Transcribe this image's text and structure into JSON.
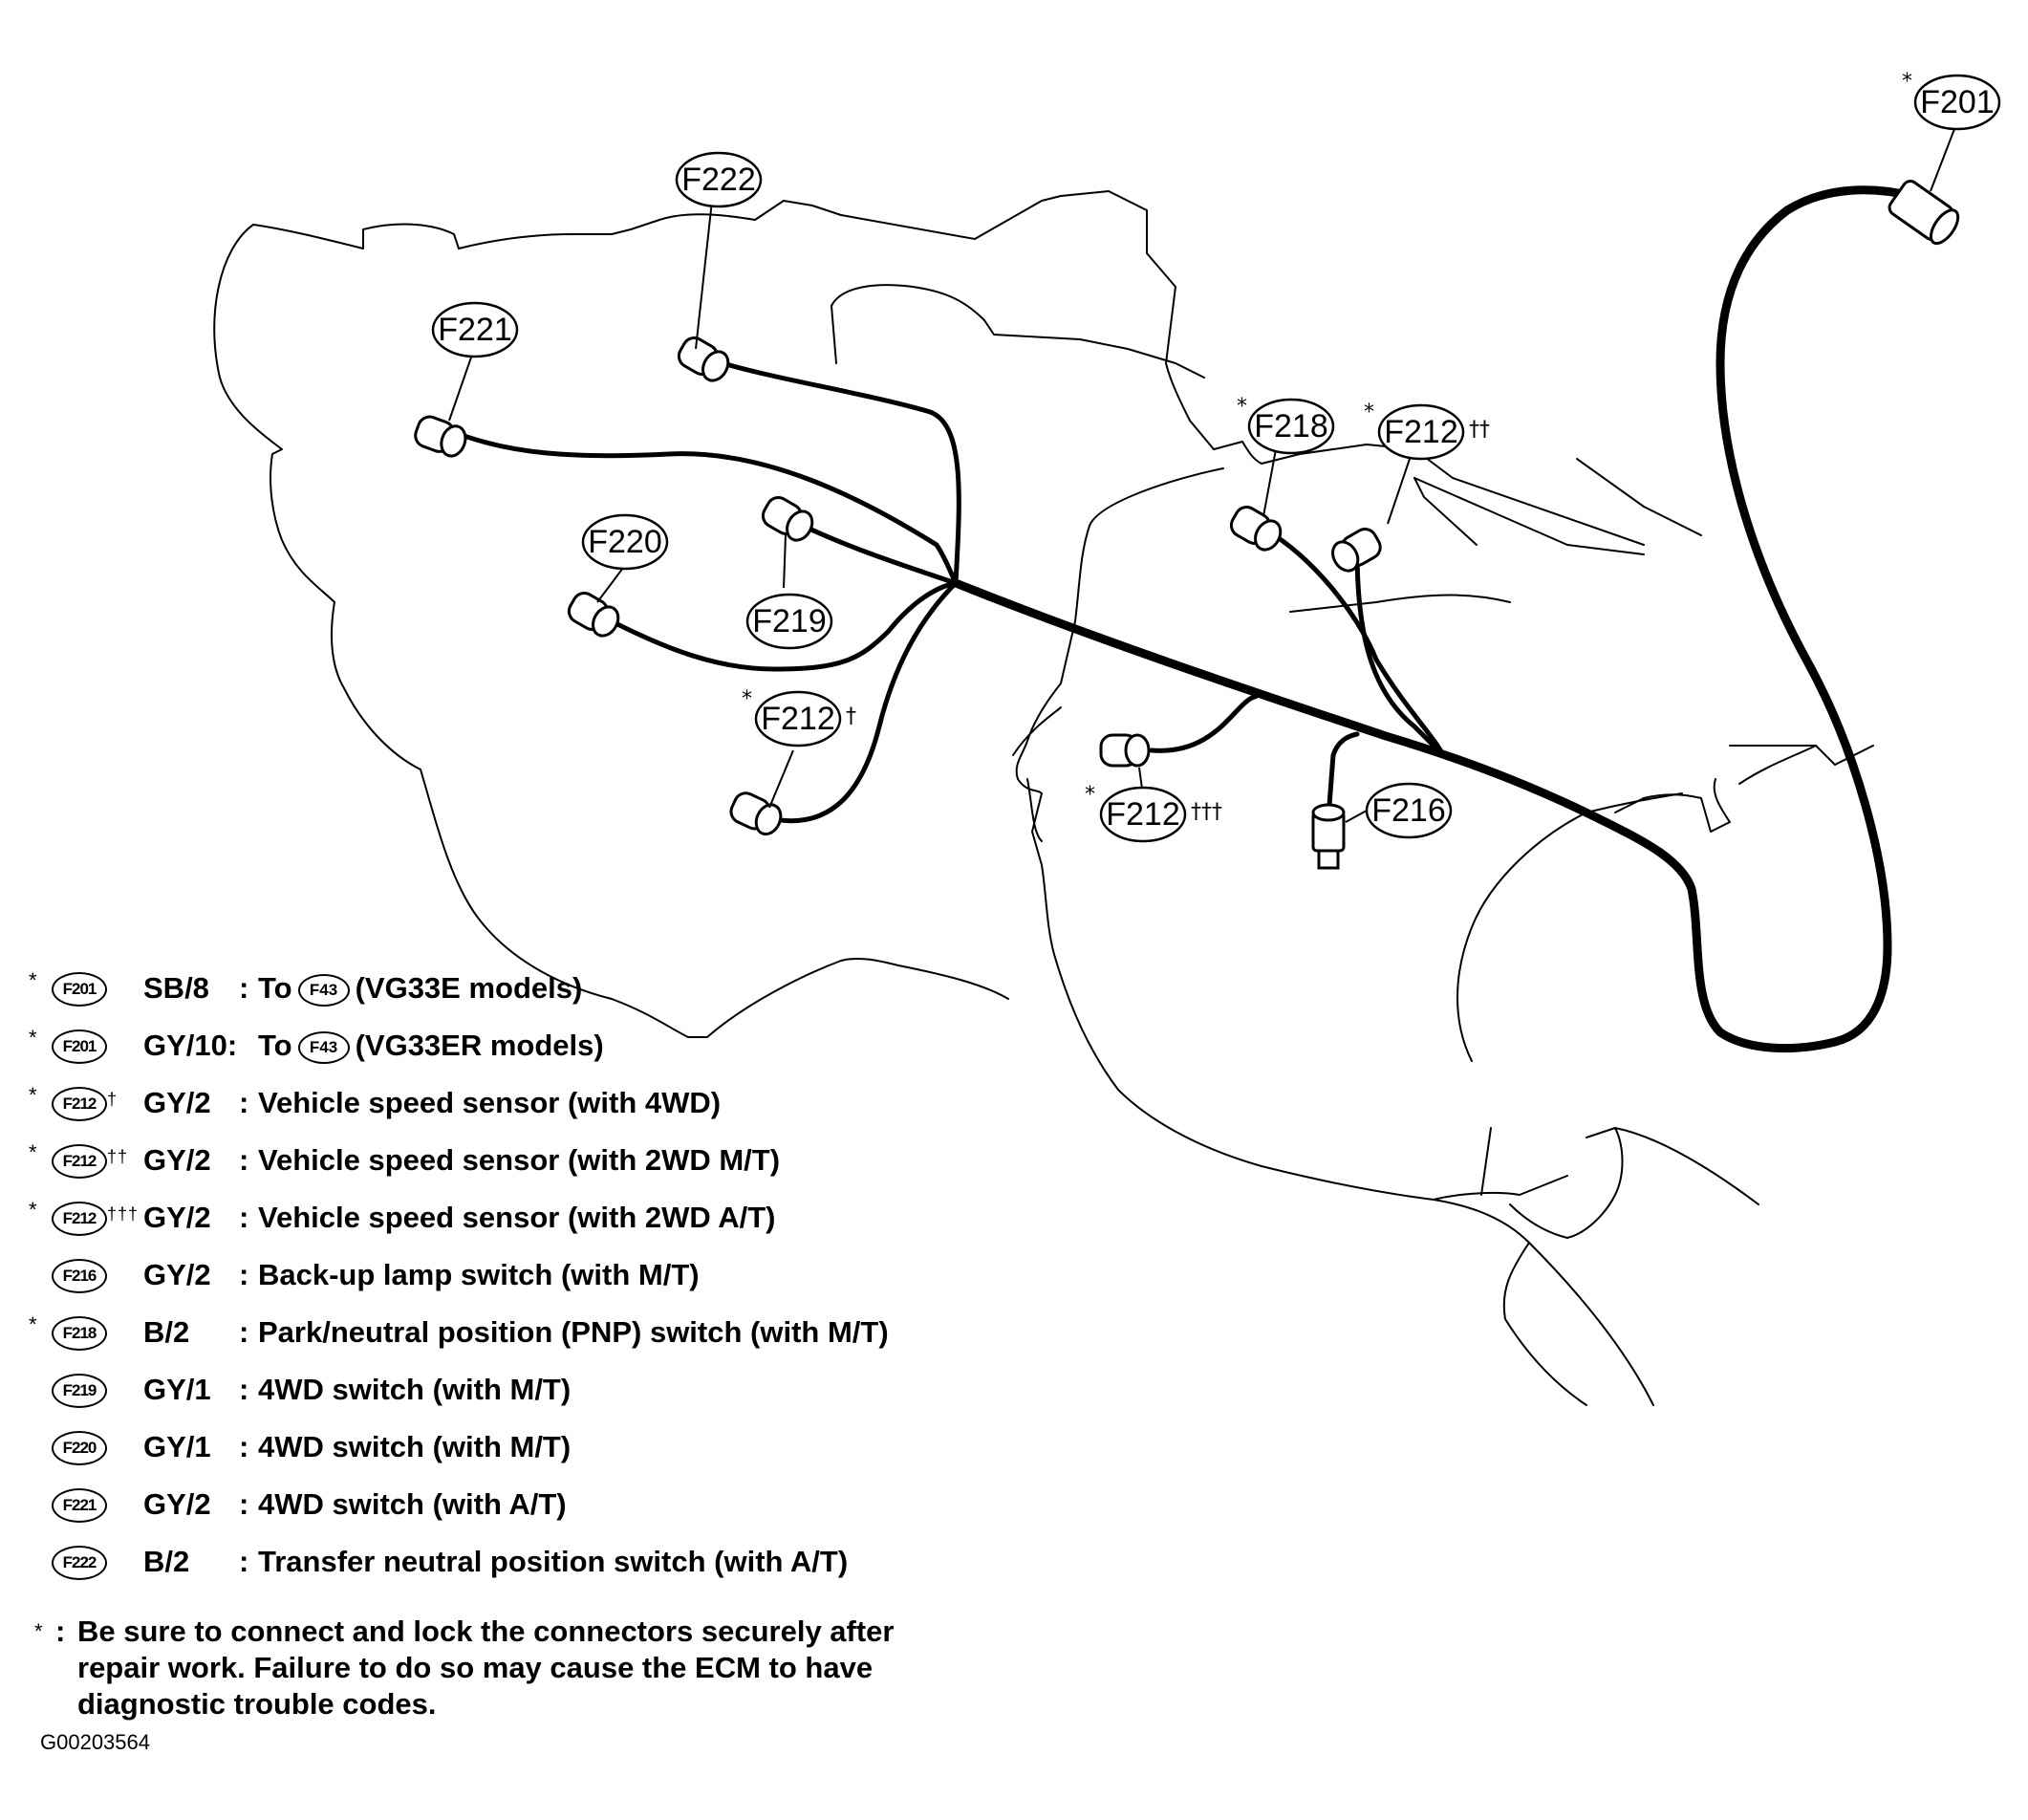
{
  "callouts": {
    "f201": "F201",
    "f222": "F222",
    "f221": "F221",
    "f220": "F220",
    "f219": "F219",
    "f212_a": "F212",
    "f218": "F218",
    "f212_b": "F212",
    "f212_c": "F212",
    "f216": "F216"
  },
  "marks": {
    "star": "*",
    "dagger_1": "†",
    "dagger_2": "††",
    "dagger_3": "†††"
  },
  "legend": [
    {
      "star": "*",
      "tag": "F201",
      "dagger": "",
      "wire": "SB/8",
      "desc_before": "To",
      "to_tag": "F43",
      "desc_after": "(VG33E models)"
    },
    {
      "star": "*",
      "tag": "F201",
      "dagger": "",
      "wire": "GY/10:",
      "desc_before": "To",
      "to_tag": "F43",
      "desc_after": "(VG33ER models)"
    },
    {
      "star": "*",
      "tag": "F212",
      "dagger": "†",
      "wire": "GY/2",
      "desc_before": "Vehicle speed sensor (with 4WD)",
      "to_tag": "",
      "desc_after": ""
    },
    {
      "star": "*",
      "tag": "F212",
      "dagger": "††",
      "wire": "GY/2",
      "desc_before": "Vehicle speed sensor (with 2WD M/T)",
      "to_tag": "",
      "desc_after": ""
    },
    {
      "star": "*",
      "tag": "F212",
      "dagger": "†††",
      "wire": "GY/2",
      "desc_before": "Vehicle speed sensor (with 2WD A/T)",
      "to_tag": "",
      "desc_after": ""
    },
    {
      "star": "",
      "tag": "F216",
      "dagger": "",
      "wire": "GY/2",
      "desc_before": "Back-up lamp switch (with M/T)",
      "to_tag": "",
      "desc_after": ""
    },
    {
      "star": "*",
      "tag": "F218",
      "dagger": "",
      "wire": "B/2",
      "desc_before": "Park/neutral position (PNP) switch (with M/T)",
      "to_tag": "",
      "desc_after": ""
    },
    {
      "star": "",
      "tag": "F219",
      "dagger": "",
      "wire": "GY/1",
      "desc_before": "4WD switch (with M/T)",
      "to_tag": "",
      "desc_after": ""
    },
    {
      "star": "",
      "tag": "F220",
      "dagger": "",
      "wire": "GY/1",
      "desc_before": "4WD switch (with M/T)",
      "to_tag": "",
      "desc_after": ""
    },
    {
      "star": "",
      "tag": "F221",
      "dagger": "",
      "wire": "GY/2",
      "desc_before": "4WD switch (with A/T)",
      "to_tag": "",
      "desc_after": ""
    },
    {
      "star": "",
      "tag": "F222",
      "dagger": "",
      "wire": "B/2",
      "desc_before": "Transfer neutral position switch (with A/T)",
      "to_tag": "",
      "desc_after": ""
    }
  ],
  "footnote": {
    "star": "*",
    "colon": ":",
    "text": "Be sure to connect and lock the connectors securely after repair work. Failure to do so may cause the ECM to have diagnostic trouble codes."
  },
  "figure_id": "G00203564"
}
